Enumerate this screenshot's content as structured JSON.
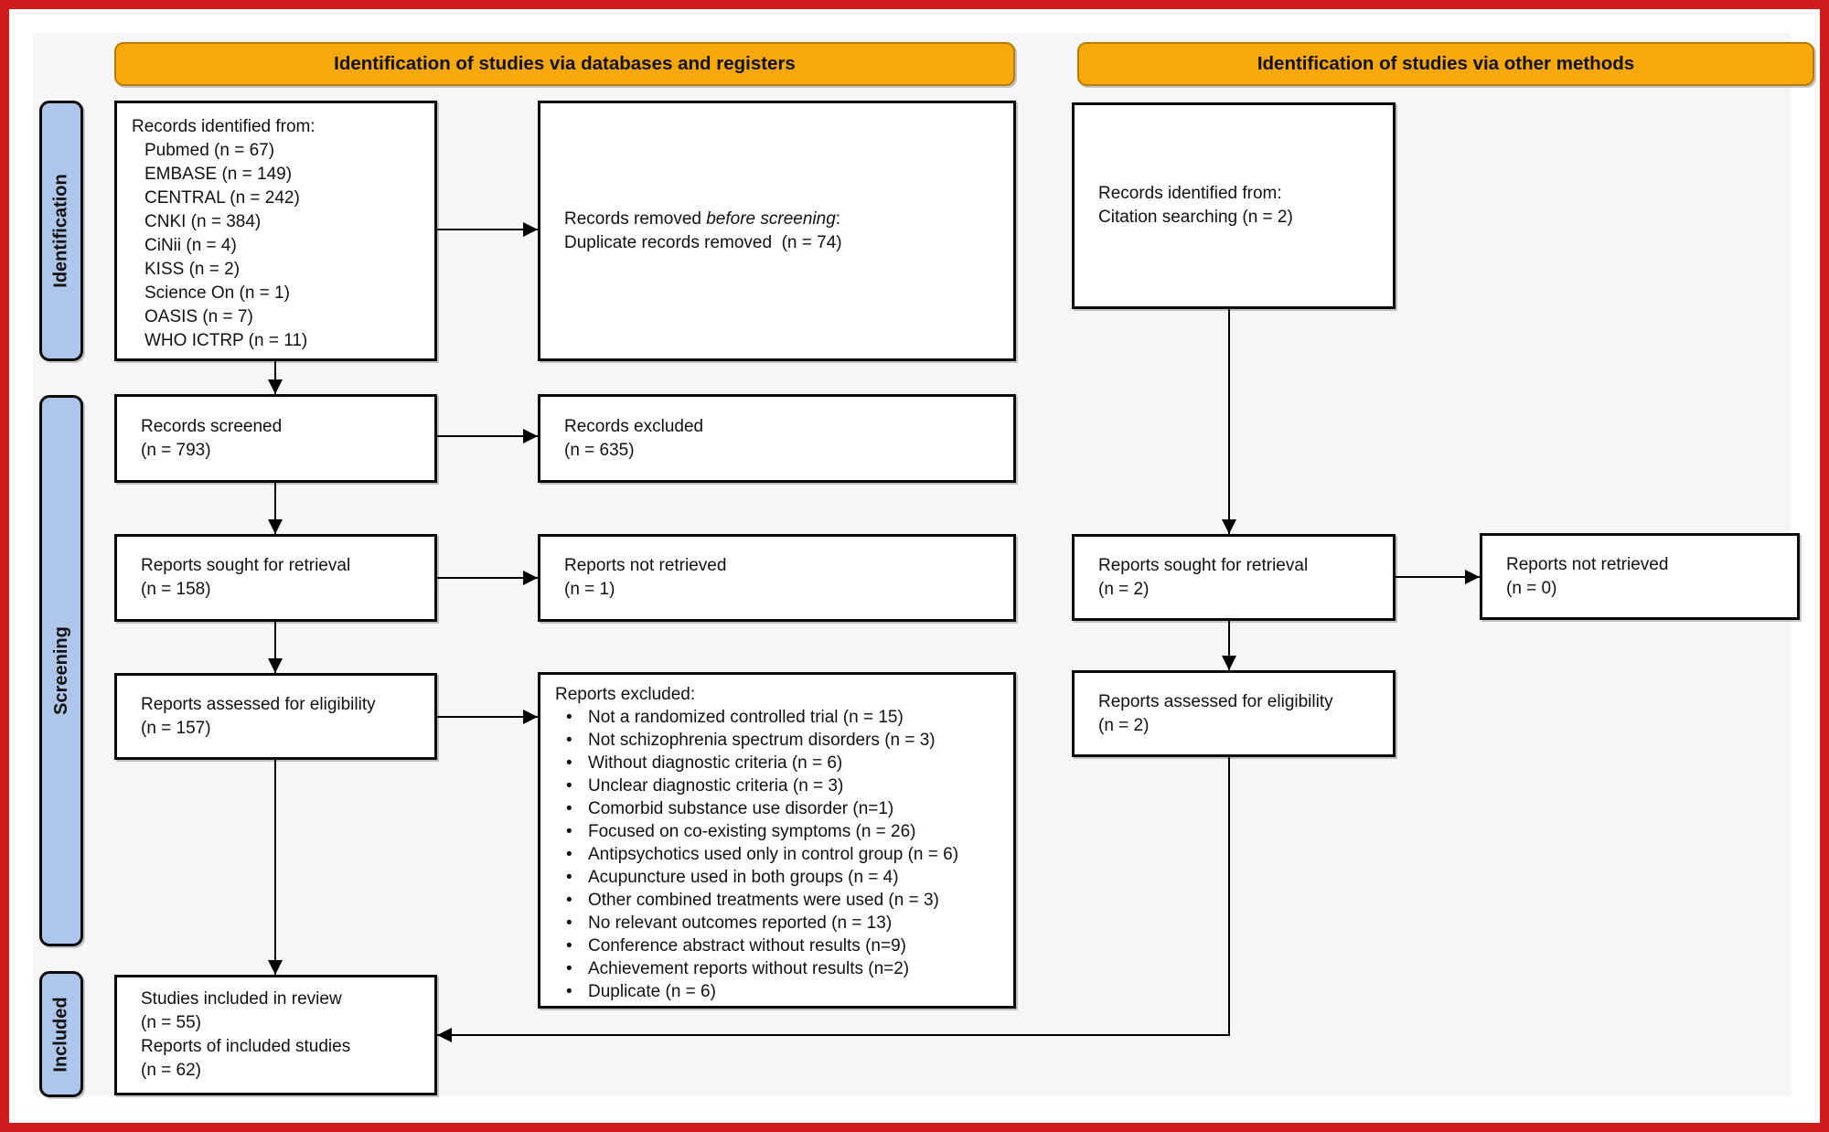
{
  "banners": {
    "databases": "Identification of studies via databases and registers",
    "other": "Identification of studies via other methods"
  },
  "stages": {
    "identification": "Identification",
    "screening": "Screening",
    "included": "Included"
  },
  "boxes": {
    "records_identified_db": {
      "title": "Records identified from:",
      "sources": [
        "Pubmed (n = 67)",
        "EMBASE (n = 149)",
        "CENTRAL (n = 242)",
        "CNKI (n = 384)",
        "CiNii (n = 4)",
        "KISS (n = 2)",
        "Science On (n = 1)",
        "OASIS (n = 7)",
        "WHO ICTRP (n = 11)"
      ]
    },
    "records_removed": {
      "prefix": "Records removed ",
      "italic": "before screening",
      "suffix": ":",
      "detail": "Duplicate records removed  (n = 74)"
    },
    "records_identified_other": {
      "lines": [
        "Records identified from:",
        "Citation searching (n = 2)"
      ]
    },
    "records_screened": {
      "lines": [
        "Records screened",
        "(n = 793)"
      ]
    },
    "records_excluded": {
      "lines": [
        "Records excluded",
        "(n = 635)"
      ]
    },
    "reports_sought_db": {
      "lines": [
        "Reports sought for retrieval",
        "(n = 158)"
      ]
    },
    "reports_not_retrieved_db": {
      "lines": [
        "Reports not retrieved",
        "(n = 1)"
      ]
    },
    "reports_sought_other": {
      "lines": [
        "Reports sought for retrieval",
        "(n = 2)"
      ]
    },
    "reports_not_retrieved_other": {
      "lines": [
        "Reports not retrieved",
        "(n = 0)"
      ]
    },
    "reports_assessed_db": {
      "lines": [
        "Reports assessed for eligibility",
        "(n = 157)"
      ]
    },
    "reports_excluded_detail": {
      "title": "Reports excluded:",
      "bullet": "•",
      "reasons": [
        "Not a randomized controlled trial (n = 15)",
        "Not schizophrenia spectrum disorders (n = 3)",
        "Without diagnostic criteria (n = 6)",
        "Unclear diagnostic criteria (n = 3)",
        "Comorbid substance use disorder (n=1)",
        "Focused on co-existing symptoms (n = 26)",
        "Antipsychotics used only in control group (n = 6)",
        "Acupuncture used in both groups (n = 4)",
        "Other combined treatments were used (n = 3)",
        "No relevant outcomes reported (n = 13)",
        "Conference abstract without results (n=9)",
        "Achievement reports without results (n=2)",
        "Duplicate (n = 6)"
      ]
    },
    "reports_assessed_other": {
      "lines": [
        "Reports assessed for eligibility",
        "(n = 2)"
      ]
    },
    "studies_included": {
      "lines": [
        "Studies included in review",
        "(n = 55)",
        "Reports of included studies",
        "(n = 62)"
      ]
    }
  },
  "colors": {
    "frame": "#CF1D1D",
    "banner-fill": "#F7A80D",
    "banner-border": "#B97C00",
    "stage-fill": "#AEC6E9",
    "box-border": "#0A0A0A"
  }
}
